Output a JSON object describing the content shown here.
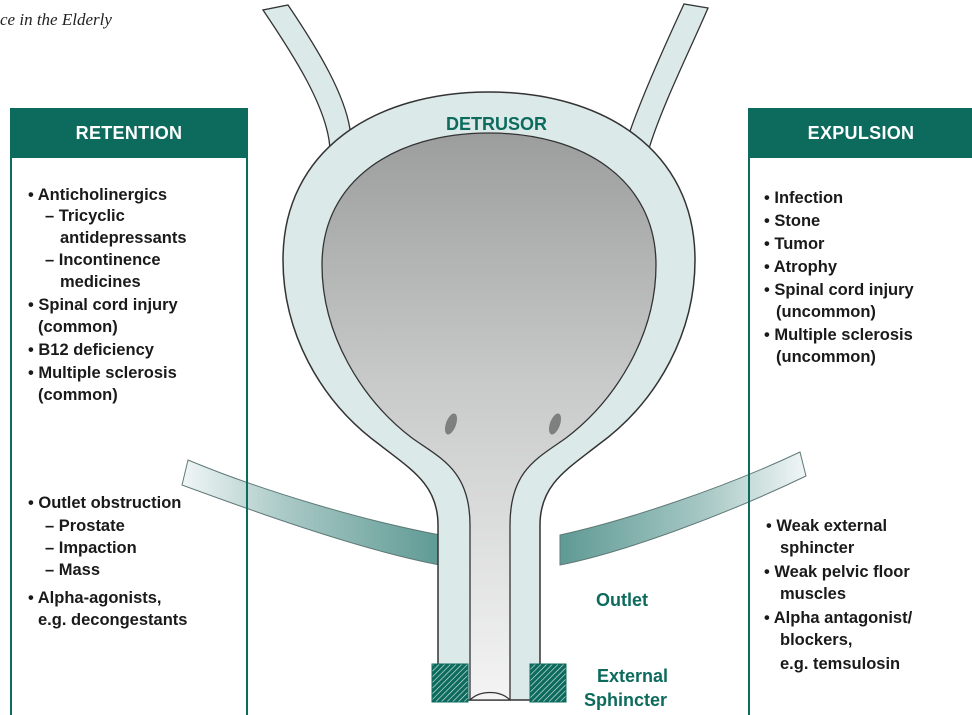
{
  "header": {
    "title": "ce in the Elderly"
  },
  "retention": {
    "title": "RETENTION",
    "items": [
      "• Anticholinergics",
      "– Tricyclic",
      "antidepressants",
      "– Incontinence",
      "medicines",
      "• Spinal cord injury",
      "(common)",
      "• B12 deficiency",
      "• Multiple sclerosis",
      "(common)",
      "• Outlet obstruction",
      "– Prostate",
      "– Impaction",
      "– Mass",
      "• Alpha-agonists,",
      "e.g. decongestants"
    ]
  },
  "expulsion": {
    "title": "EXPULSION",
    "items": [
      "• Infection",
      "• Stone",
      "• Tumor",
      "• Atrophy",
      "• Spinal cord injury",
      "(uncommon)",
      "• Multiple sclerosis",
      "(uncommon)",
      "• Weak external",
      "sphincter",
      "• Weak pelvic floor",
      "muscles",
      "• Alpha antagonist/",
      "blockers,",
      "e.g. temsulosin"
    ]
  },
  "diagram": {
    "detrusor_label": "DETRUSOR",
    "outlet_label": "Outlet",
    "sphincter_label_line1": "External",
    "sphincter_label_line2": "Sphincter"
  },
  "colors": {
    "accent": "#0c6b5d",
    "wall": "#dbe9e9",
    "lumen_light": "#eeeeee",
    "lumen_dark": "#a9aaaa"
  }
}
